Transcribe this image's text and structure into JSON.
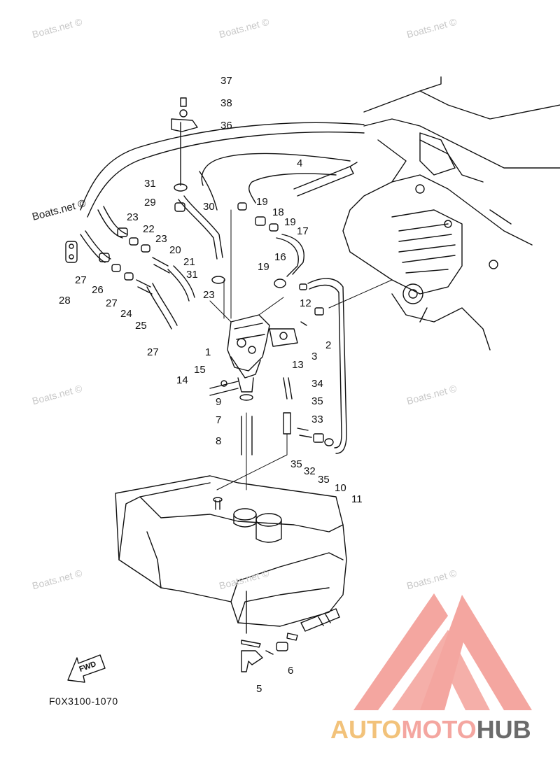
{
  "diagram": {
    "code": "F0X3100-1070",
    "fwd_label": "FWD",
    "callouts": [
      "37",
      "38",
      "36",
      "4",
      "31",
      "29",
      "30",
      "19",
      "18",
      "19",
      "17",
      "23",
      "22",
      "23",
      "20",
      "21",
      "16",
      "19",
      "31",
      "27",
      "26",
      "27",
      "24",
      "25",
      "23",
      "12",
      "28",
      "1",
      "2",
      "3",
      "13",
      "15",
      "14",
      "27",
      "34",
      "9",
      "35",
      "7",
      "33",
      "8",
      "35",
      "32",
      "35",
      "10",
      "11",
      "6",
      "5"
    ],
    "watermark_text": "Boats.net ©"
  },
  "branding": {
    "part1": "AUTO",
    "part2": "MOTO",
    "part3": "HUB",
    "colors": {
      "triangle": "#f4a6a0",
      "auto": "#f2c27a",
      "moto": "#f4a6a0",
      "hub": "#6b6b6b"
    }
  }
}
